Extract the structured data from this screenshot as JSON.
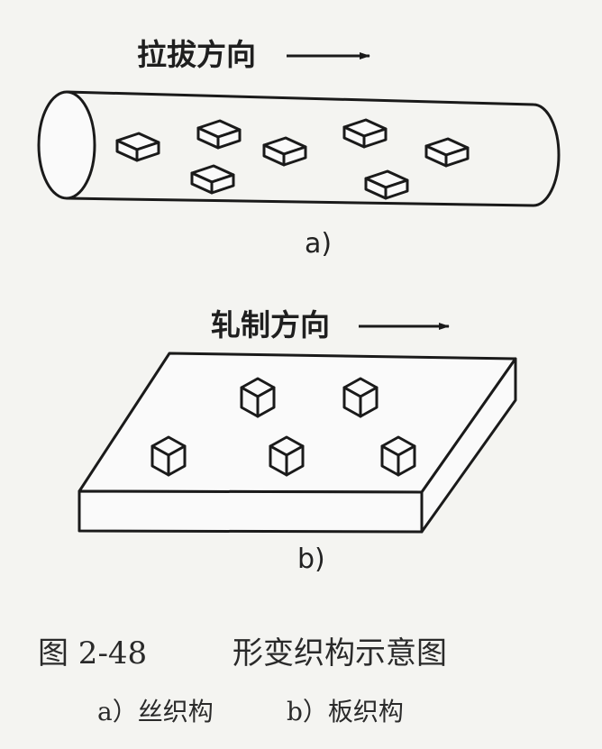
{
  "diagram_a": {
    "direction_label": "拉拔方向",
    "sublabel": "a)"
  },
  "diagram_b": {
    "direction_label": "轧制方向",
    "sublabel": "b)"
  },
  "caption": {
    "figure_number": "图 2-48",
    "title": "形变织构示意图",
    "legend_a": "a）丝织构",
    "legend_b": "b）板织构"
  }
}
